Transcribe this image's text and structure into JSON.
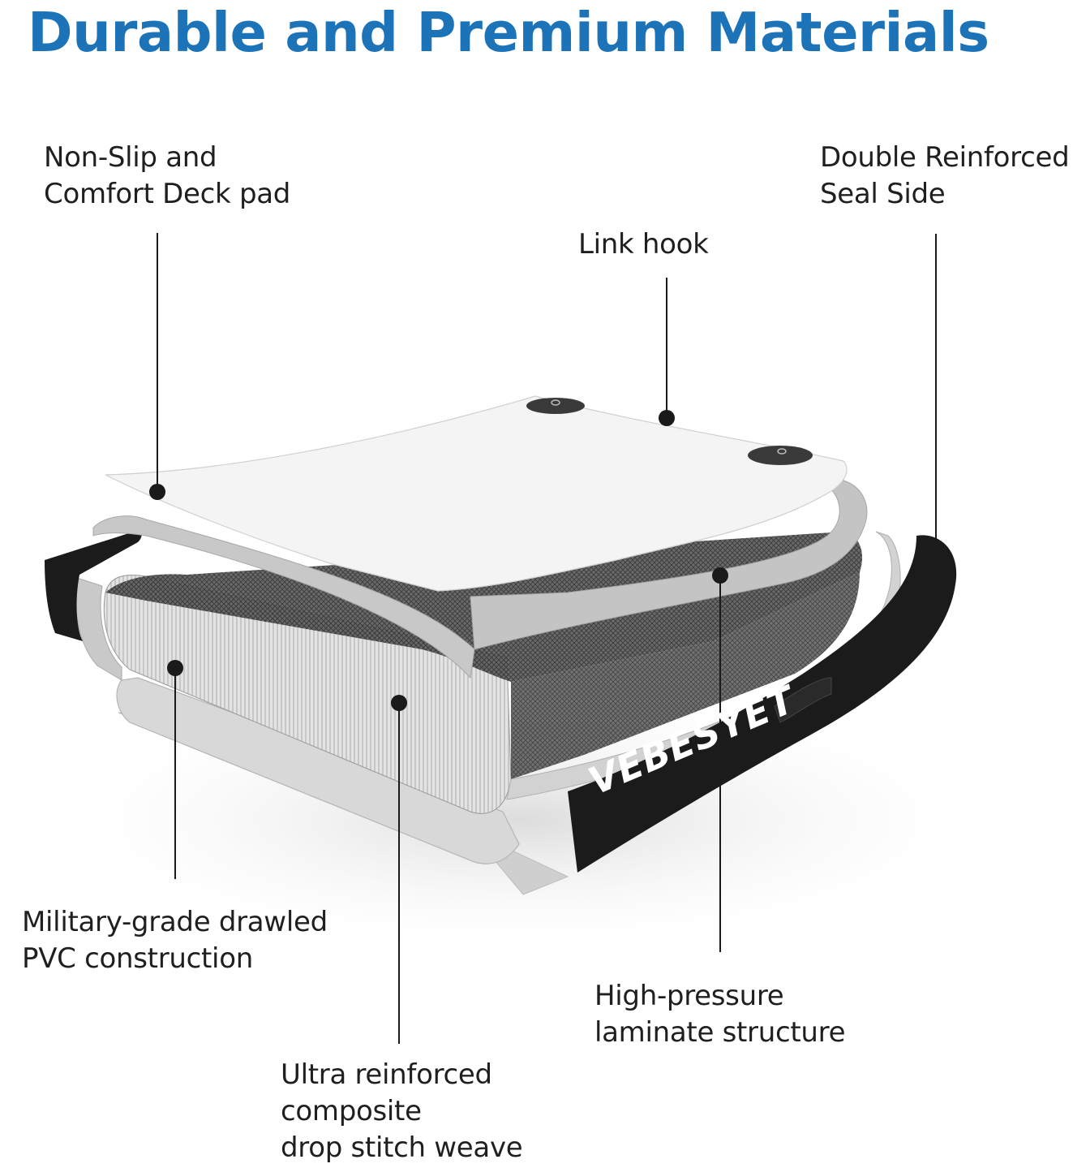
{
  "title": "Durable and Premium Materials",
  "colors": {
    "title": "#1c73b8",
    "label": "#1f1f1f",
    "leader_line": "#1a1a1a",
    "band_dark": "#1b1b1b",
    "layer_light": "#f2f2f2",
    "layer_mid": "#c8c8c8",
    "core": "#d6d6d6"
  },
  "brand": "VEBESYET",
  "callouts": {
    "deck_pad": {
      "line1": "Non-Slip and",
      "line2": "Comfort Deck pad"
    },
    "seal_side": {
      "line1": "Double Reinforced",
      "line2": "Seal Side"
    },
    "link_hook": {
      "line1": "Link hook"
    },
    "pvc": {
      "line1": "Military-grade drawled",
      "line2": "PVC construction"
    },
    "laminate": {
      "line1": "High-pressure",
      "line2": "laminate structure"
    },
    "weave": {
      "line1": "Ultra reinforced",
      "line2": "composite",
      "line3": "drop stitch weave"
    }
  }
}
